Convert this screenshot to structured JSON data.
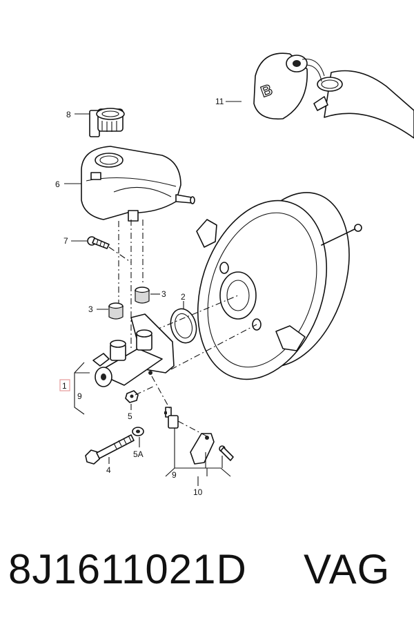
{
  "diagram": {
    "callouts": {
      "c1": "1",
      "c2": "2",
      "c3a": "3",
      "c3b": "3",
      "c4": "4",
      "c5": "5",
      "c5a": "5A",
      "c6": "6",
      "c7": "7",
      "c8": "8",
      "c9a": "9",
      "c9b": "9",
      "c10": "10",
      "c11": "11"
    },
    "highlight_color": "#e8a0a0"
  },
  "footer": {
    "part_number": "8J1611021D",
    "brand": "VAG"
  }
}
